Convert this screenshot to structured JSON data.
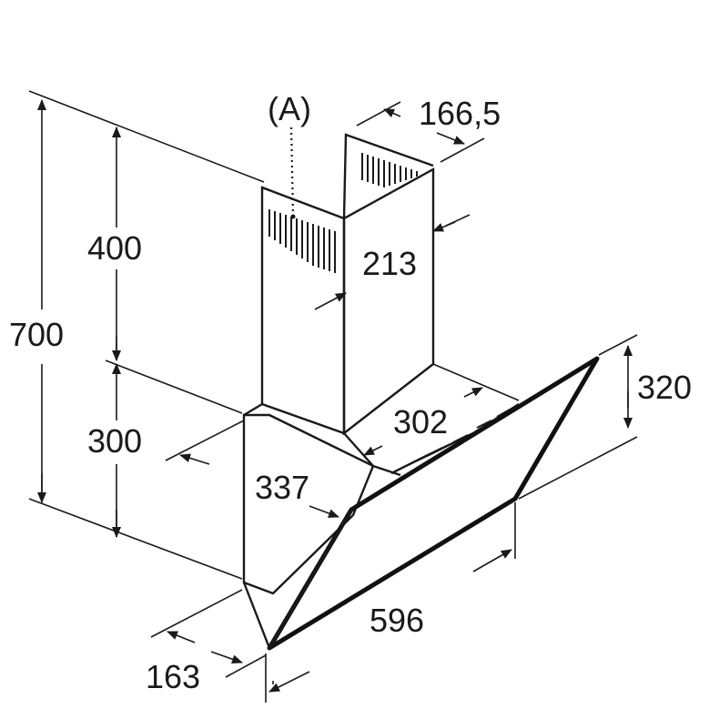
{
  "labels": {
    "point_a": "(A)",
    "duct_width": "166,5",
    "duct_height_upper": "400",
    "total_height": "700",
    "duct_depth": "213",
    "lower_height": "300",
    "canopy_height": "320",
    "chimney_width": "302",
    "body_depth": "337",
    "total_width": "596",
    "wall_offset": "163"
  },
  "colors": {
    "ink": "#1a1a1a",
    "background": "#ffffff"
  }
}
